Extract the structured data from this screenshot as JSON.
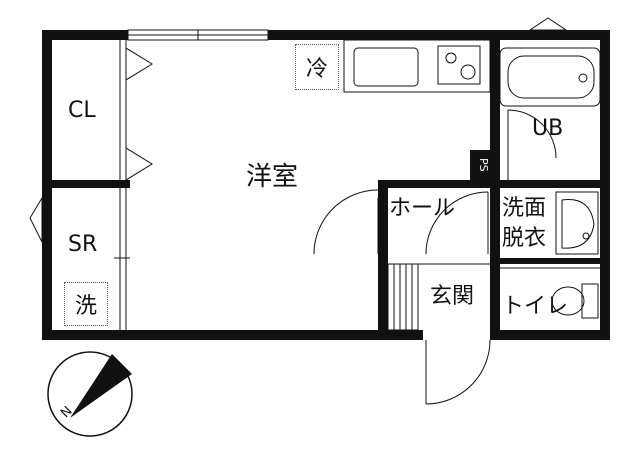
{
  "rooms": {
    "closet": "CL",
    "western_room": "洋室",
    "storage": "SR",
    "unit_bath": "UB",
    "hall": "ホール",
    "washroom_line1": "洗面",
    "washroom_line2": "脱衣",
    "entrance": "玄関",
    "toilet": "トイレ"
  },
  "fixtures": {
    "fridge": "冷",
    "washer": "洗",
    "pipe_space": "PS"
  },
  "compass": {
    "north_label": "N"
  }
}
